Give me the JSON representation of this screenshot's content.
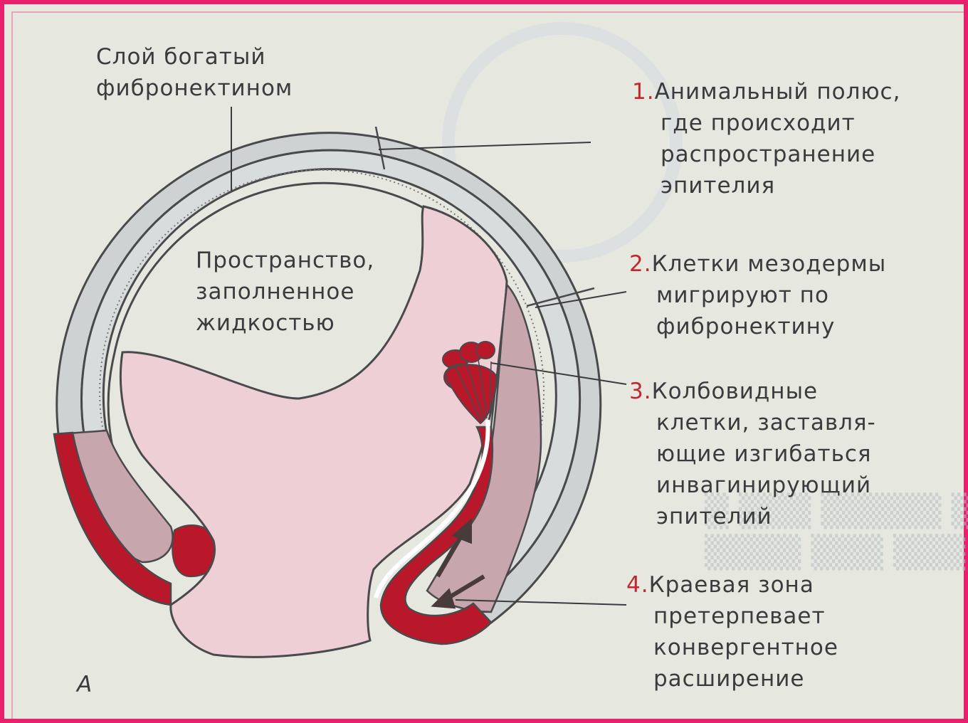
{
  "labels": {
    "layer_line1": "Слой богатый",
    "layer_line2": "фибронектином",
    "space_line1": "Пространство,",
    "space_line2": "заполненное",
    "space_line3": "жидкостью",
    "figure_letter": "А"
  },
  "callouts": [
    {
      "number": "1.",
      "lines": [
        "Анимальный полюс,",
        "где происходит",
        "распространение",
        "эпителия"
      ]
    },
    {
      "number": "2.",
      "lines": [
        "Клетки мезодермы",
        "мигрируют по",
        "фибронектину"
      ]
    },
    {
      "number": "3.",
      "lines": [
        "Колбовидные",
        "клетки, заставля-",
        "ющие изгибаться",
        "инвагинирующий",
        "эпителий"
      ]
    },
    {
      "number": "4.",
      "lines": [
        "Краевая зона",
        "претерпевает",
        "конвергентное",
        "расширение"
      ]
    }
  ],
  "colors": {
    "frame": "#e8216e",
    "ectoderm": "#cfd2d2",
    "endoderm": "#efcfd6",
    "mesoderm": "#c7a6ae",
    "bottle_cells": "#b8182a",
    "number": "#c0282e"
  }
}
